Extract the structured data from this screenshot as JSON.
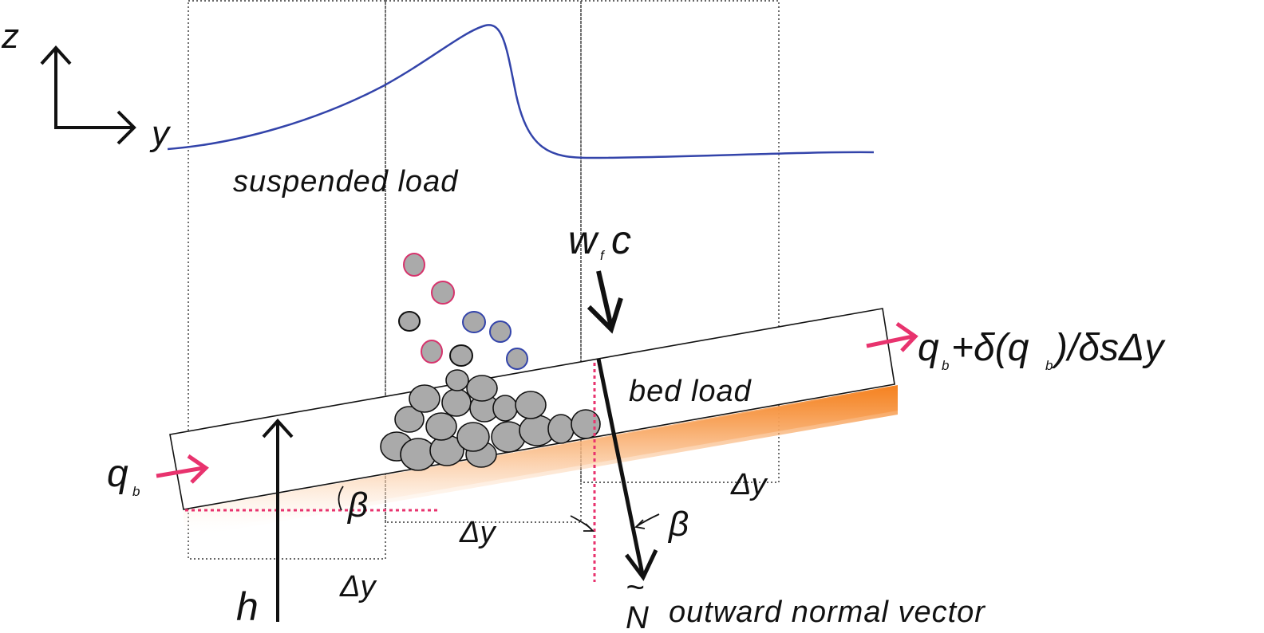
{
  "axes": {
    "z": "z",
    "y": "y"
  },
  "labels": {
    "suspended_load": "suspended load",
    "bed_load": "bed load",
    "settling_w": "w",
    "settling_f": "f",
    "settling_c": "c",
    "qb_in_q": "q",
    "qb_in_b": "b",
    "flux_out_q": "q",
    "flux_out_b": "b",
    "flux_out_part1": "+δ(q",
    "flux_out_b2": "b",
    "flux_out_part2": ")/δsΔy",
    "beta_left": "β",
    "beta_right": "β",
    "dy_left": "Δy",
    "dy_mid": "Δy",
    "dy_right": "Δy",
    "h": "h",
    "normal_symbol": "N",
    "normal_tilde": "~",
    "normal_label": "outward normal vector"
  },
  "colors": {
    "curve": "#3344aa",
    "flux_arrow": "#e8336e",
    "bed": "#f58220",
    "grain_fill": "#aaaaaa",
    "grain_pink": "#d6336c",
    "grain_blue": "#3344aa",
    "dotted_red": "#e8336e"
  }
}
